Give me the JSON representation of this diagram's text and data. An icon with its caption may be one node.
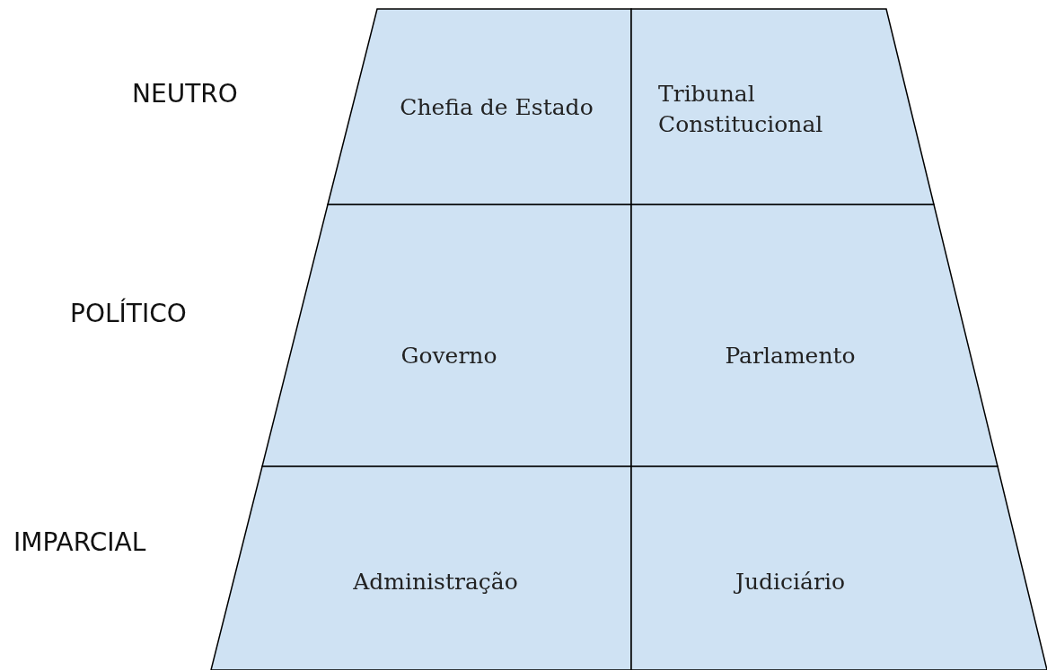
{
  "diagram": {
    "nodes": [
      {
        "text": [
          "Chefia de Estado"
        ]
      },
      {
        "text": [
          "Tribunal Constitucional"
        ]
      },
      {
        "text": [
          "Governo"
        ]
      },
      {
        "text": [
          "Parlamento"
        ]
      },
      {
        "text": [
          "Administração"
        ]
      },
      {
        "text": [
          "Judiciário"
        ]
      }
    ],
    "labels": [
      "NEUTRO",
      "POLÍTICO",
      "IMPARCIAL"
    ]
  }
}
